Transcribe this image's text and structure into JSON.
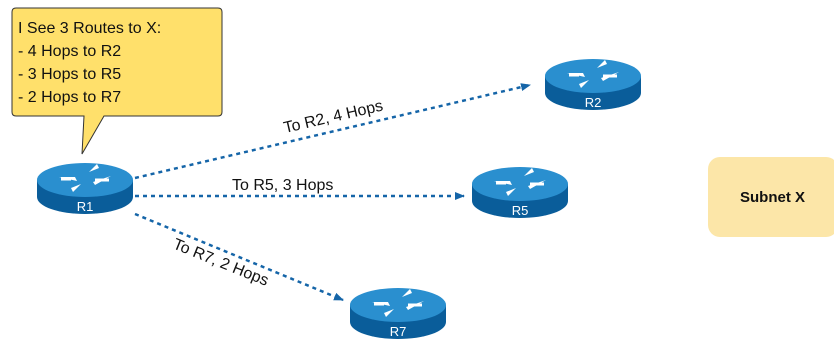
{
  "callout": {
    "title": "I See 3 Routes to X:",
    "lines": [
      "- 4 Hops to R2",
      "- 3 Hops to R5",
      "- 2 Hops to R7"
    ]
  },
  "routers": {
    "r1": "R1",
    "r2": "R2",
    "r5": "R5",
    "r7": "R7"
  },
  "links": {
    "to_r2": "To R2, 4 Hops",
    "to_r5": "To R5, 3 Hops",
    "to_r7": "To R7, 2 Hops"
  },
  "subnet": {
    "label": "Subnet X"
  },
  "colors": {
    "router_top": "#2a8fcf",
    "router_side": "#0a5d9a",
    "link": "#1565a8",
    "callout_fill": "#ffe06b",
    "subnet_fill": "#fce6a8"
  }
}
